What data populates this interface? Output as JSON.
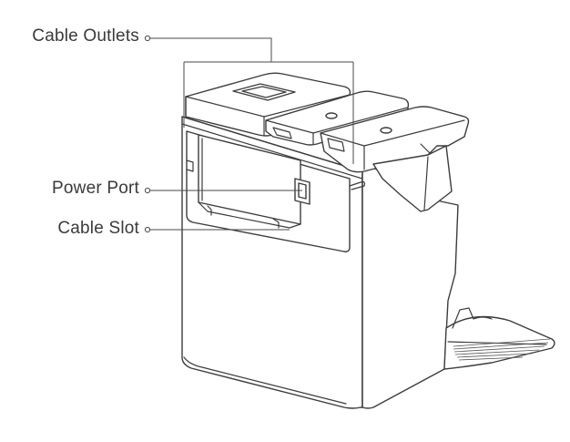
{
  "callouts": {
    "cable_outlets": "Cable Outlets",
    "power_port": "Power Port",
    "cable_slot": "Cable Slot"
  },
  "colors": {
    "line": "#3c3c3c",
    "label": "#3a3a3a",
    "background": "#ffffff"
  }
}
